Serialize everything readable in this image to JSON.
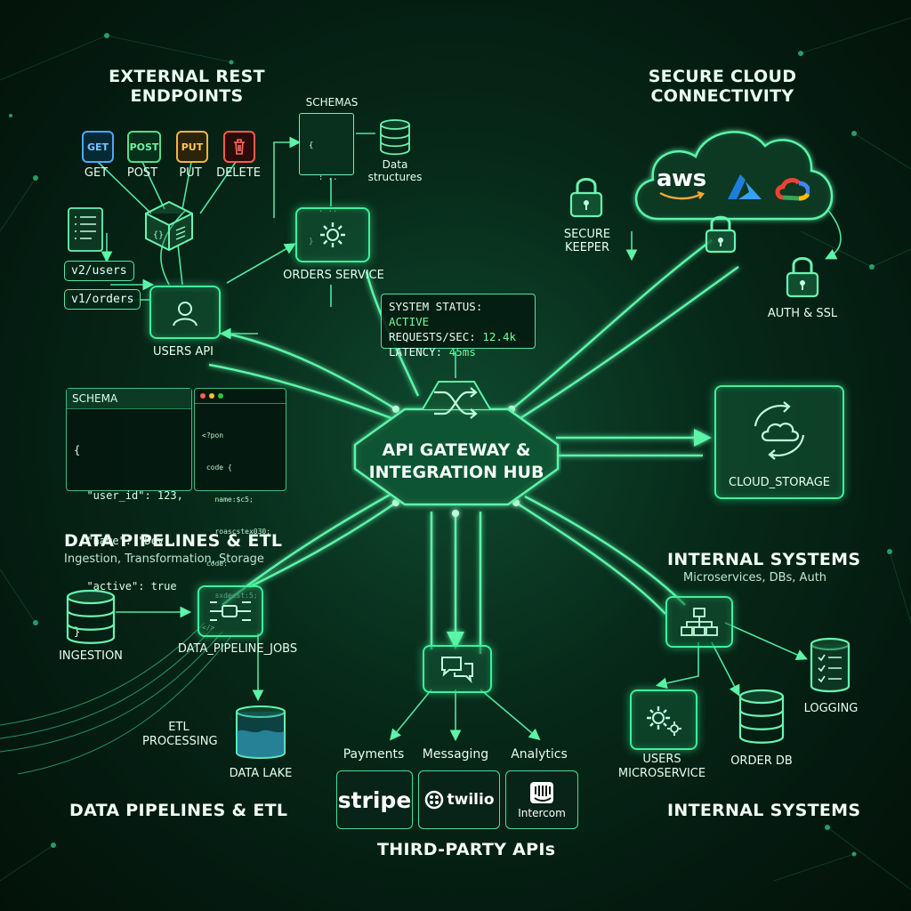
{
  "hub": {
    "line1": "API GATEWAY &",
    "line2": "INTEGRATION HUB"
  },
  "status": {
    "status_label": "SYSTEM STATUS:",
    "status_value": "ACTIVE",
    "rps_label": "REQUESTS/SEC:",
    "rps_value": "12.4k",
    "latency_label": "LATENCY:",
    "latency_value": "45ms"
  },
  "external": {
    "title_line1": "EXTERNAL REST",
    "title_line2": "ENDPOINTS",
    "methods": [
      {
        "tag": "GET",
        "label": "GET",
        "color": "#4aa8ff"
      },
      {
        "tag": "POST",
        "label": "POST",
        "color": "#4fe08a"
      },
      {
        "tag": "PUT",
        "label": "PUT",
        "color": "#f2b63c"
      },
      {
        "label": "DELETE",
        "color": "#ff5a4a"
      }
    ],
    "routes": [
      "v2/users",
      "v1/orders"
    ],
    "users_api": "USERS API"
  },
  "schemas": {
    "label": "SCHEMAS",
    "code": [
      "{",
      "  : ..",
      "  : ..",
      "}"
    ],
    "data_line1": "Data",
    "data_line2": "structures"
  },
  "orders_service": "ORDERS SERVICE",
  "schema_panel": {
    "title": "SCHEMA",
    "lines": [
      "{",
      "  \"user_id\": 123,",
      "  \"name\": \"Dev\",",
      "  \"active\": true",
      "}"
    ]
  },
  "code_panel": {
    "lines": [
      "<?pon",
      " code {",
      "   name:$c5;",
      "   roascstex030;",
      " code:",
      "   sxdecst:5;",
      "</>"
    ]
  },
  "cloud": {
    "title_line1": "SECURE CLOUD",
    "title_line2": "CONNECTIVITY",
    "providers": [
      "aws"
    ],
    "secure_keeper_line1": "SECURE",
    "secure_keeper_line2": "KEEPER",
    "auth_ssl": "AUTH & SSL",
    "storage": "CLOUD_STORAGE"
  },
  "pipelines": {
    "title": "DATA PIPELINES & ETL",
    "subtitle": "Ingestion,  Transformation,  Storage",
    "ingestion": "INGESTION",
    "jobs": "DATA_PIPELINE_JOBS",
    "etl_line1": "ETL",
    "etl_line2": "PROCESSING",
    "lake": "DATA LAKE",
    "footer": "DATA PIPELINES & ETL"
  },
  "internal": {
    "title": "INTERNAL SYSTEMS",
    "subtitle": "Microservices,  DBs,  Auth",
    "users_ms_line1": "USERS",
    "users_ms_line2": "MICROSERVICE",
    "order_db": "ORDER DB",
    "logging": "LOGGING",
    "footer": "INTERNAL SYSTEMS"
  },
  "third_party": {
    "categories": [
      "Payments",
      "Messaging",
      "Analytics"
    ],
    "brands": [
      "stripe",
      "twilio",
      "Intercom"
    ],
    "footer": "THIRD-PARTY APIs"
  },
  "colors": {
    "accent": "#3df29a",
    "bg": "#041a10",
    "active": "#6dff9e"
  },
  "icons": [
    "gear-icon",
    "user-icon",
    "shuffle-icon",
    "cloud-sync-icon",
    "lock-icon",
    "database-icon",
    "chat-icon",
    "network-icon",
    "pipeline-icon",
    "trash-icon",
    "document-icon"
  ]
}
